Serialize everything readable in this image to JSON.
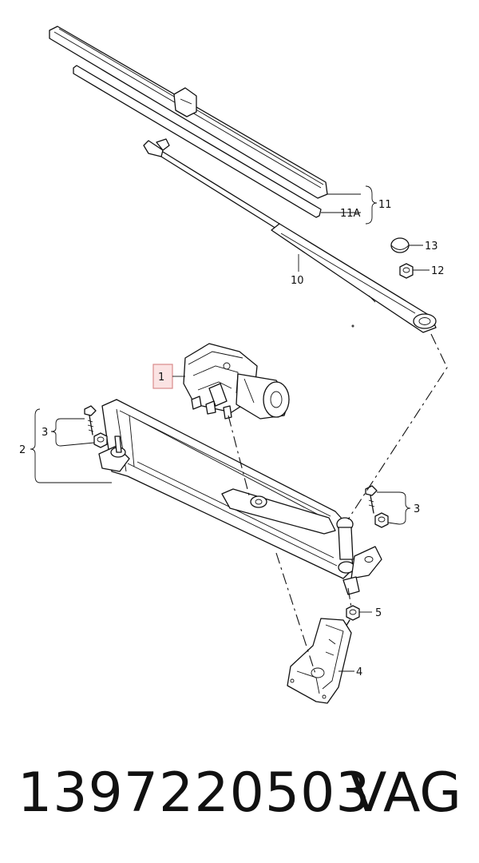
{
  "diagram": {
    "labels": {
      "p1": "1",
      "p2": "2",
      "p3a": "3",
      "p3b": "3",
      "p4": "4",
      "p5": "5",
      "p10": "10",
      "p11": "11",
      "p11a": "11A",
      "p12": "12",
      "p13": "13"
    },
    "highlight_color": "#fbe3e3"
  },
  "footer": {
    "part_number": "1397220503",
    "brand": "VAG"
  }
}
